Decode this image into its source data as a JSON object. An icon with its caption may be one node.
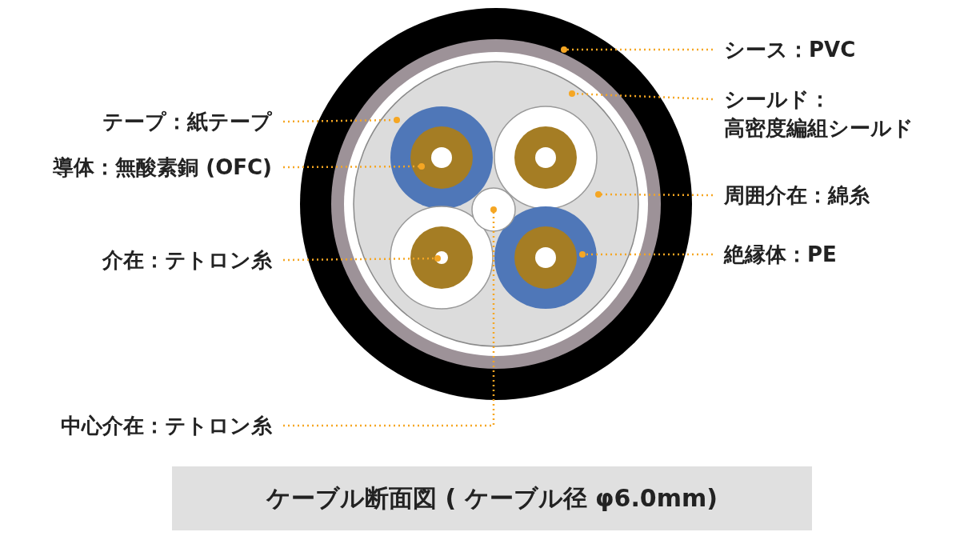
{
  "diagram": {
    "caption": "ケーブル断面図 ( ケーブル径 φ6.0mm)",
    "nodes": [
      {
        "text": [
          "シース：PVC"
        ]
      },
      {
        "text": [],
        "shape": "circle"
      },
      {
        "text": [
          "シールド：",
          "高密度編組シールド"
        ]
      },
      {
        "text": [],
        "shape": "circle",
        "in": 1
      },
      {
        "text": [
          "テープ：紙テープ"
        ]
      },
      {
        "text": [],
        "shape": "circle",
        "in": 3
      },
      {
        "text": [
          "周囲介在：綿糸"
        ]
      },
      {
        "text": [],
        "shape": "circle",
        "in": 3
      },
      {
        "text": [
          "導体：無酸素銅 (OFC)"
        ]
      },
      {
        "text": [],
        "shape": "circle",
        "in": 7
      },
      {
        "text": [
          "絶縁体：PE"
        ]
      },
      {
        "text": [],
        "shape": "circle",
        "in": 7
      },
      {
        "text": [
          "介在：テトロン糸"
        ]
      },
      {
        "text": [],
        "shape": "circle",
        "in": 7
      },
      {
        "text": [
          "中心介在：テトロン糸"
        ]
      },
      {
        "text": [],
        "shape": "circle",
        "in": 7
      }
    ],
    "edges": [
      {
        "from": 0,
        "to": 1,
        "arrow": "other",
        "style": "dashed"
      },
      {
        "from": 2,
        "to": 3,
        "arrow": "other",
        "style": "dashed"
      },
      {
        "from": 4,
        "to": 5,
        "arrow": "other",
        "style": "dashed"
      },
      {
        "from": 6,
        "to": 7,
        "arrow": "other",
        "style": "dashed"
      },
      {
        "from": 8,
        "to": 9,
        "arrow": "other",
        "style": "dashed"
      },
      {
        "from": 10,
        "to": 11,
        "arrow": "other",
        "style": "dashed"
      },
      {
        "from": 12,
        "to": 13,
        "arrow": "other",
        "style": "dashed"
      },
      {
        "from": 14,
        "to": 15,
        "arrow": "other",
        "style": "dashed"
      }
    ]
  }
}
